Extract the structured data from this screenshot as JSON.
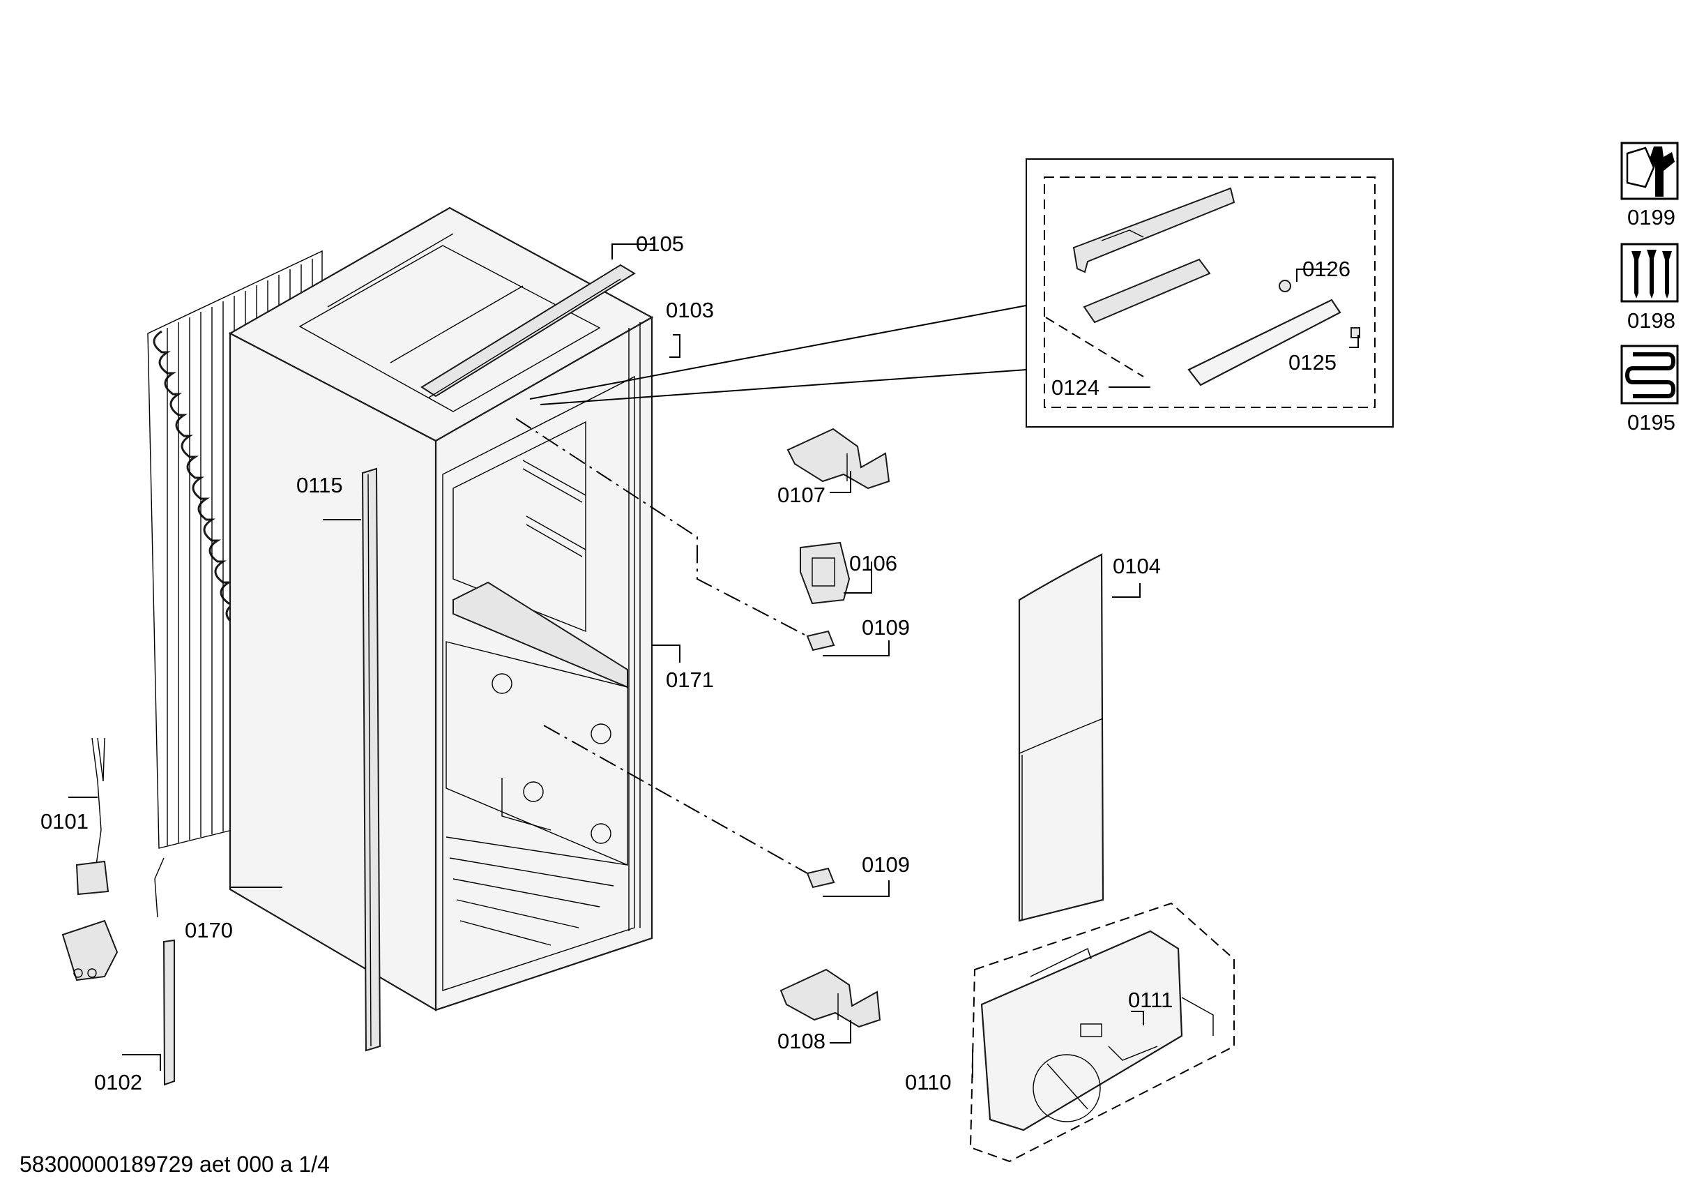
{
  "footer": {
    "document_id": "58300000189729 aet 000 a 1/4"
  },
  "parts": {
    "p0101": "0101",
    "p0102": "0102",
    "p0103": "0103",
    "p0104": "0104",
    "p0105": "0105",
    "p0106": "0106",
    "p0107": "0107",
    "p0108": "0108",
    "p0109a": "0109",
    "p0109b": "0109",
    "p0110": "0110",
    "p0111": "0111",
    "p0115": "0115",
    "p0124": "0124",
    "p0125": "0125",
    "p0126": "0126",
    "p0170": "0170",
    "p0171": "0171"
  },
  "legend": [
    {
      "icon": "wrench-nut-icon",
      "code": "0199"
    },
    {
      "icon": "screws-icon",
      "code": "0198"
    },
    {
      "icon": "coil-spring-icon",
      "code": "0195"
    }
  ]
}
